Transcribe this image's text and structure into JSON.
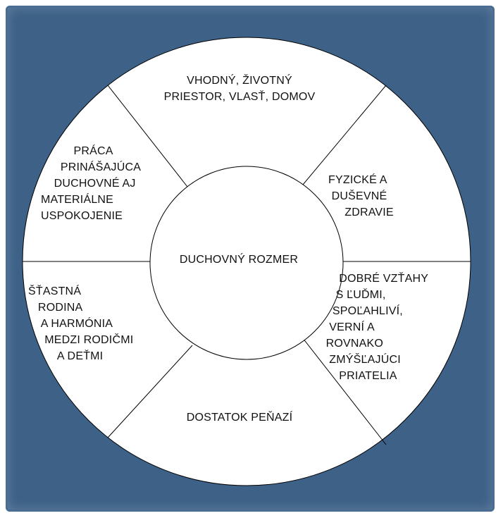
{
  "colors": {
    "frame": "#3d6187",
    "circle": "#ffffff",
    "lines": "#000000"
  },
  "center": {
    "label": "DUCHOVNÝ ROZMER"
  },
  "segments": {
    "top": "VHODNÝ, ŽIVOTNÝ\nPRIESTOR, VLASŤ, DOMOV",
    "top_right": "FYZICKÉ A\n DUŠEVNÉ\n     ZDRAVIE",
    "right": "     DOBRÉ VZŤAHY\n    S ĽUĎMI,\n   SPOĽAHLIVÍ,\n  VERNÍ A\n ROVNAKO\n  ZMÝŠĽAJÚCI\n     PRIATELIA",
    "bottom": "DOSTATOK PEŇAZÍ",
    "left": "ŠŤASTNÁ\n   RODINA\n    A HARMÓNIA\n     MEDZI RODIČMI\n         A DEŤMI",
    "top_left": "          PRÁCA\n      PRINÁŠAJÚCA\n    DUCHOVNÉ AJ\nMATERIÁLNE\nUSPOKOJENIE"
  }
}
